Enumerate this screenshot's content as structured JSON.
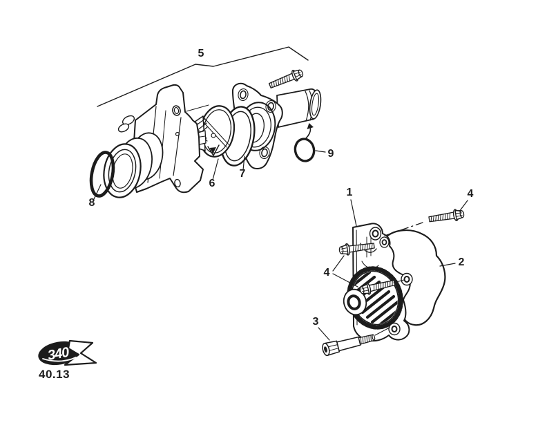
{
  "style": {
    "ink": "#1c1c1c",
    "paper": "#ffffff"
  },
  "diagram": {
    "type": "exploded-parts-diagram",
    "callouts": {
      "c1": "1",
      "c2": "2",
      "c3": "3",
      "c4": "4",
      "c5": "5",
      "c6": "6",
      "c7": "7",
      "c8": "8",
      "c9": "9"
    }
  },
  "footer": {
    "logo_text": "340",
    "page_code": "40.13"
  }
}
